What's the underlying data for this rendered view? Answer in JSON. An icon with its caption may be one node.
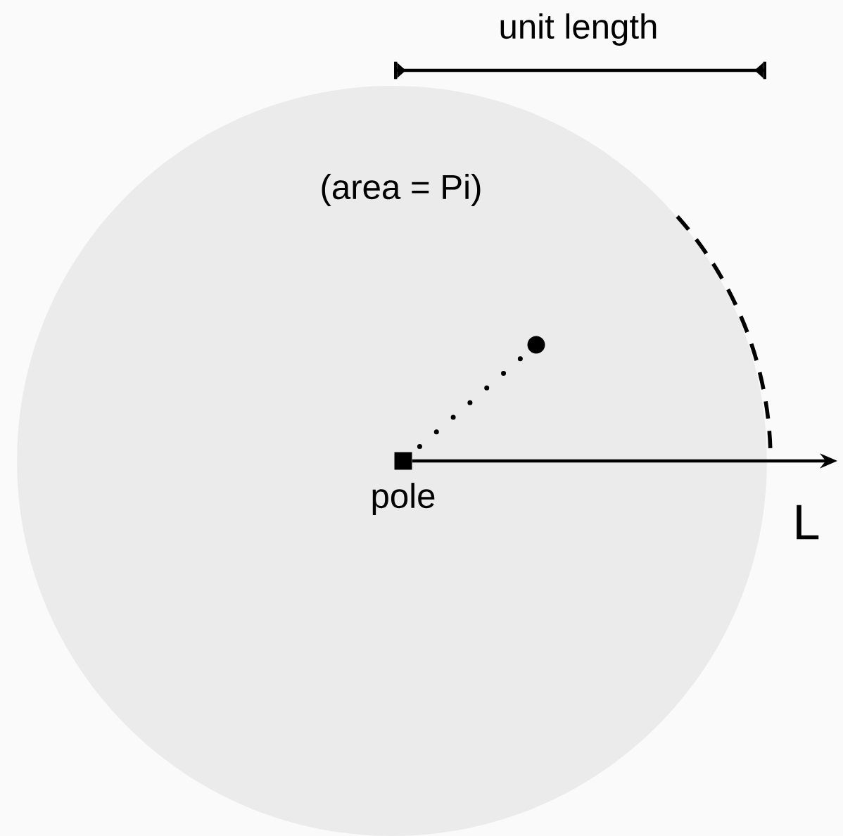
{
  "diagram": {
    "nodes": [
      {
        "text": [
          "(area = Pi)"
        ]
      },
      {
        "text": [],
        "shape": "box",
        "beside": [
          "pole"
        ],
        "in": 0
      },
      {
        "text": [],
        "shape": "circle",
        "in": 0
      }
    ],
    "edges": [
      {
        "from": 1,
        "to": null,
        "arrow": "to"
      },
      {
        "from": 1,
        "to": 2,
        "arrow": "none",
        "style": "dashed"
      }
    ],
    "labels": [
      "unit length",
      "L"
    ]
  }
}
